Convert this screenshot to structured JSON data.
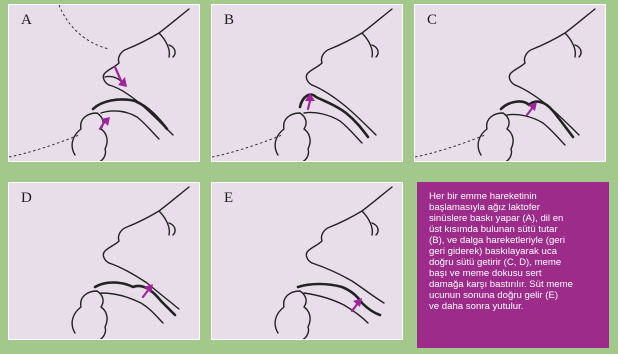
{
  "panels": [
    {
      "id": "A",
      "label": "A"
    },
    {
      "id": "B",
      "label": "B"
    },
    {
      "id": "C",
      "label": "C"
    },
    {
      "id": "D",
      "label": "D"
    },
    {
      "id": "E",
      "label": "E"
    }
  ],
  "caption_lines": [
    "Her bir emme hareketinin",
    "başlamasıyla ağız laktofer",
    "sinüslere baskı yapar (A), dil en",
    "üst kısımda bulunan sütü tutar",
    "(B), ve dalga hareketleriyle (geri",
    "geri giderek) baskılayarak uca",
    "doğru sütü getirir (C, D), meme",
    "başı ve meme dokusu sert",
    "damağa karşı bastırılır. Süt meme",
    "ucunun sonuna doğru gelir (E)",
    "ve daha sonra yutulur."
  ],
  "colors": {
    "background": "#a2c98b",
    "panel": "#e8deea",
    "caption_bg": "#9c2b8a",
    "arrow": "#a0259a"
  }
}
